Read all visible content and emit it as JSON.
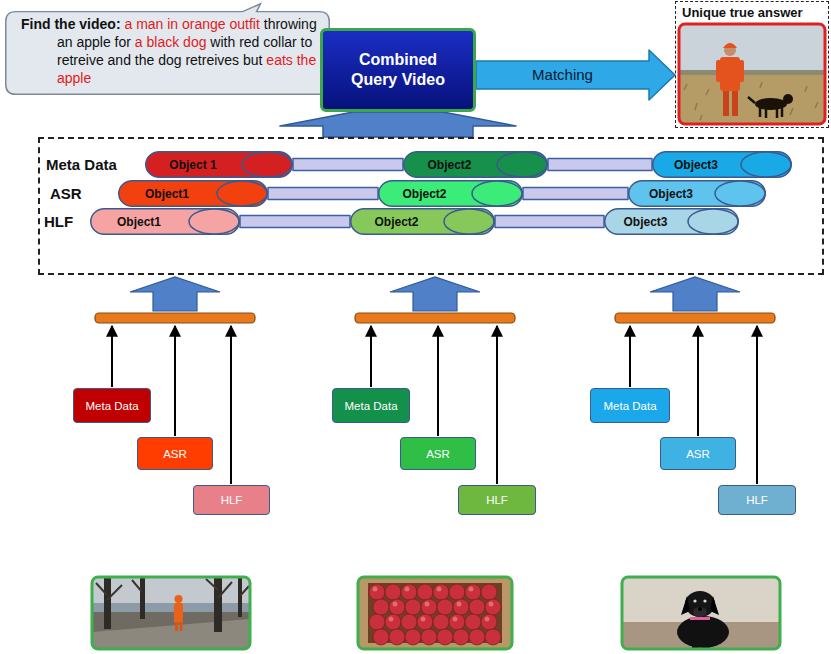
{
  "diagram": {
    "nodes": [
      {
        "text": [
          "Find the video:",
          "a man in orange outfit",
          "throwing an apple for",
          "a black dog",
          "with red collar to retreive and the dog retreives but",
          "eats the apple"
        ]
      },
      {
        "text": [
          "Combined Query Video"
        ]
      },
      {
        "text": [
          "Unique true answer"
        ]
      },
      {
        "text": [
          "Meta Data",
          "ASR",
          "HLF"
        ]
      },
      {
        "text": [
          "Object 1"
        ],
        "in": 3
      },
      {
        "text": [
          "Object2"
        ],
        "in": 3
      },
      {
        "text": [
          "Object3"
        ],
        "in": 3
      },
      {
        "text": [
          "Object1"
        ],
        "in": 3
      },
      {
        "text": [
          "Object2"
        ],
        "in": 3
      },
      {
        "text": [
          "Object3"
        ],
        "in": 3
      },
      {
        "text": [
          "Object1"
        ],
        "in": 3
      },
      {
        "text": [
          "Object2"
        ],
        "in": 3
      },
      {
        "text": [
          "Object3"
        ],
        "in": 3
      },
      {
        "text": [
          "Meta Data"
        ]
      },
      {
        "text": [
          "Meta Data"
        ]
      },
      {
        "text": [
          "Meta Data"
        ]
      },
      {
        "text": [
          "ASR"
        ]
      },
      {
        "text": [
          "ASR"
        ]
      },
      {
        "text": [
          "ASR"
        ]
      },
      {
        "text": [
          "HLF"
        ]
      },
      {
        "text": [
          "HLF"
        ]
      },
      {
        "text": [
          "HLF"
        ]
      }
    ],
    "edges": [
      {
        "from": 3,
        "to": 1,
        "arrow": "to"
      },
      {
        "from": 1,
        "to": 2,
        "arrow": "to",
        "label": "Matching"
      },
      {
        "from": 4,
        "to": 5,
        "arrow": "none"
      },
      {
        "from": 5,
        "to": 6,
        "arrow": "none"
      },
      {
        "from": 7,
        "to": 8,
        "arrow": "none"
      },
      {
        "from": 8,
        "to": 9,
        "arrow": "none"
      },
      {
        "from": 10,
        "to": 11,
        "arrow": "none"
      },
      {
        "from": 11,
        "to": 12,
        "arrow": "none"
      }
    ]
  }
}
